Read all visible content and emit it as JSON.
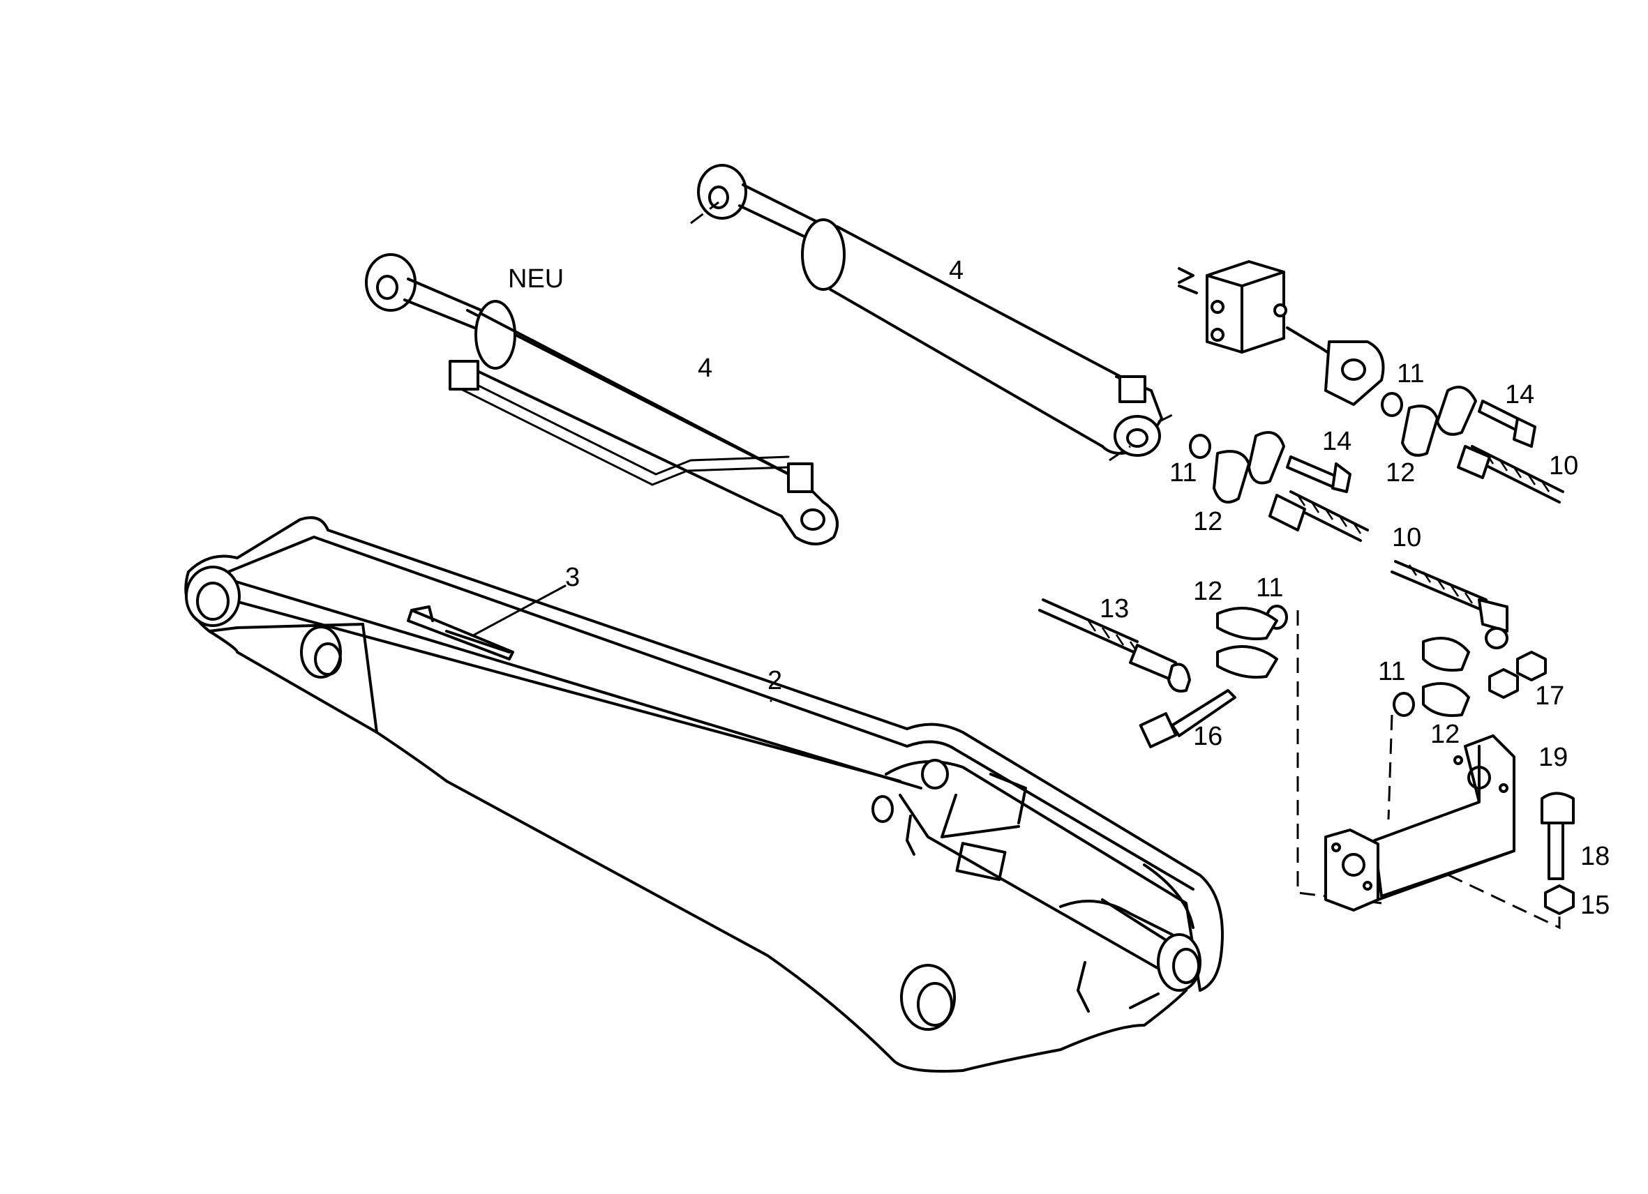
{
  "diagram": {
    "note_label": "NEU",
    "callouts": [
      {
        "id": "boom",
        "text": "2"
      },
      {
        "id": "bush",
        "text": "3"
      },
      {
        "id": "cyl_left",
        "text": "4"
      },
      {
        "id": "cyl_right",
        "text": "4"
      },
      {
        "id": "hose_a",
        "text": "10"
      },
      {
        "id": "hose_b",
        "text": "10"
      },
      {
        "id": "oring_a",
        "text": "11"
      },
      {
        "id": "oring_b",
        "text": "11"
      },
      {
        "id": "oring_c",
        "text": "11"
      },
      {
        "id": "oring_d",
        "text": "11"
      },
      {
        "id": "flange_a",
        "text": "12"
      },
      {
        "id": "flange_b",
        "text": "12"
      },
      {
        "id": "flange_c",
        "text": "12"
      },
      {
        "id": "flange_d",
        "text": "12"
      },
      {
        "id": "hose_c",
        "text": "13"
      },
      {
        "id": "screw_a",
        "text": "14"
      },
      {
        "id": "screw_b",
        "text": "14"
      },
      {
        "id": "nut_a",
        "text": "15"
      },
      {
        "id": "screw_c",
        "text": "16"
      },
      {
        "id": "nut_b",
        "text": "17"
      },
      {
        "id": "screw_d",
        "text": "18"
      },
      {
        "id": "bracket",
        "text": "19"
      }
    ]
  }
}
